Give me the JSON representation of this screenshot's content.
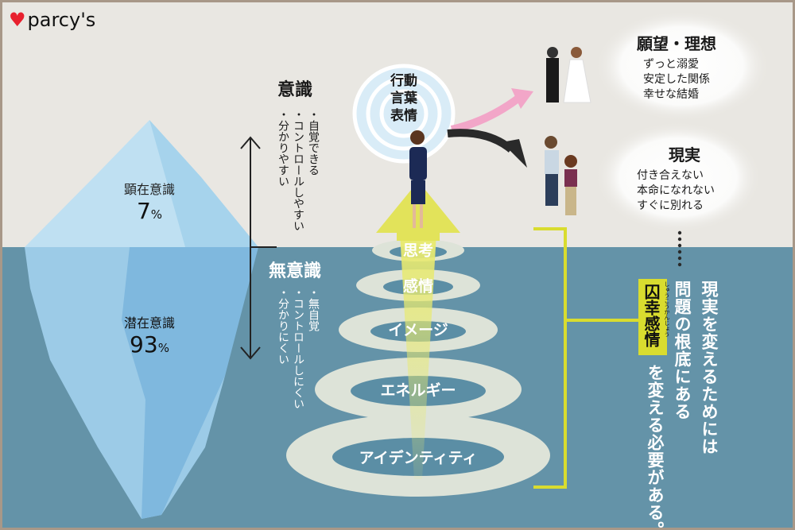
{
  "logo": {
    "text": "parcy's",
    "color": "#e8202e"
  },
  "colors": {
    "sky": "#e9e7e2",
    "water": "#6493a8",
    "accent": "#d9dc2f"
  },
  "iceberg": {
    "visible_label": "顕在意識",
    "visible_percent": "7",
    "hidden_label": "潜在意識",
    "hidden_percent": "93",
    "percent_sign": "%"
  },
  "conscious": {
    "title": "意識",
    "points": [
      "・自覚できる",
      "・コントロールしやすい",
      "・分かりやすい"
    ]
  },
  "unconscious": {
    "title": "無意識",
    "points": [
      "・無自覚",
      "・コントロールしにくい",
      "・分かりにくい"
    ]
  },
  "target": {
    "lines": [
      "行動",
      "言葉",
      "表情"
    ]
  },
  "levels": [
    "思考",
    "感情",
    "イメージ",
    "エネルギー",
    "アイデンティティ"
  ],
  "ideal": {
    "title": "願望・理想",
    "lines": [
      "ずっと溺愛",
      "安定した関係",
      "幸せな結婚"
    ]
  },
  "reality": {
    "title": "現実",
    "lines": [
      "付き合えない",
      "本命になれない",
      "すぐに別れる"
    ]
  },
  "message": {
    "line1": "現実を変えるためには",
    "line2": "問題の根底にある",
    "keyword": "囚幸感情",
    "ruby": "しゅうこうかんじょう",
    "line3": "を変える必要がある。"
  }
}
